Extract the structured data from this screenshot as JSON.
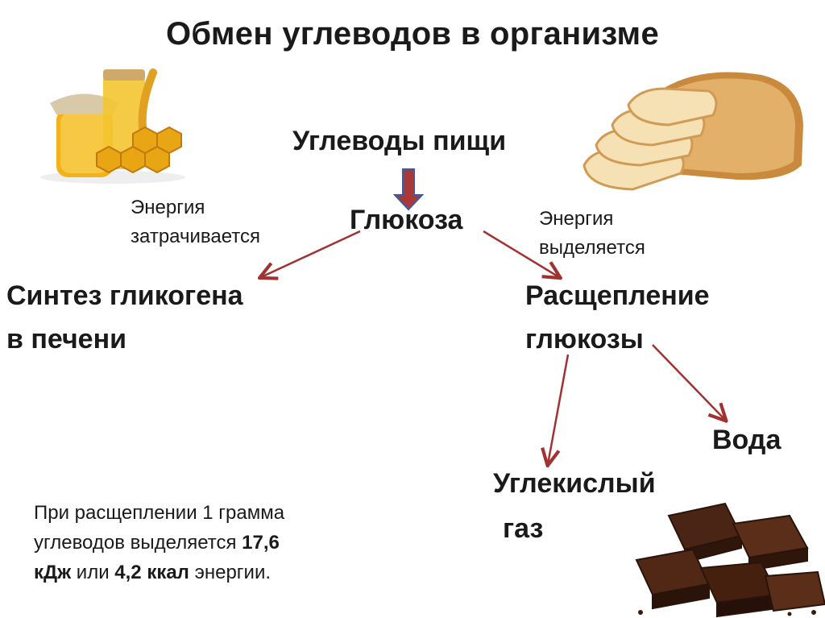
{
  "title": "Обмен углеводов в организме",
  "nodes": {
    "food_carbs": "Углеводы пищи",
    "glucose": "Глюкоза",
    "glycogen_synthesis": [
      "Синтез гликогена",
      "в печени"
    ],
    "glucose_breakdown": [
      "Расщепление",
      "глюкозы"
    ],
    "water": "Вода",
    "co2": [
      "Углекислый",
      "газ"
    ]
  },
  "labels": {
    "energy_consumed": [
      "Энергия",
      "затрачивается"
    ],
    "energy_released": [
      "Энергия",
      "выделяется"
    ]
  },
  "note": {
    "line1": "При расщеплении 1 грамма",
    "line2_pre": "углеводов выделяется ",
    "line2_bold": "17,6",
    "line3_bold1": "кДж",
    "line3_mid": " или ",
    "line3_bold2": "4,2 ккал",
    "line3_post": " энергии."
  },
  "colors": {
    "arrow": "#a03232",
    "down_arrow_fill": "#a93838",
    "down_arrow_stroke": "#3b5ba9",
    "text": "#1a1a1a"
  },
  "images": [
    "honey-icon",
    "bread-icon",
    "chocolate-icon"
  ]
}
